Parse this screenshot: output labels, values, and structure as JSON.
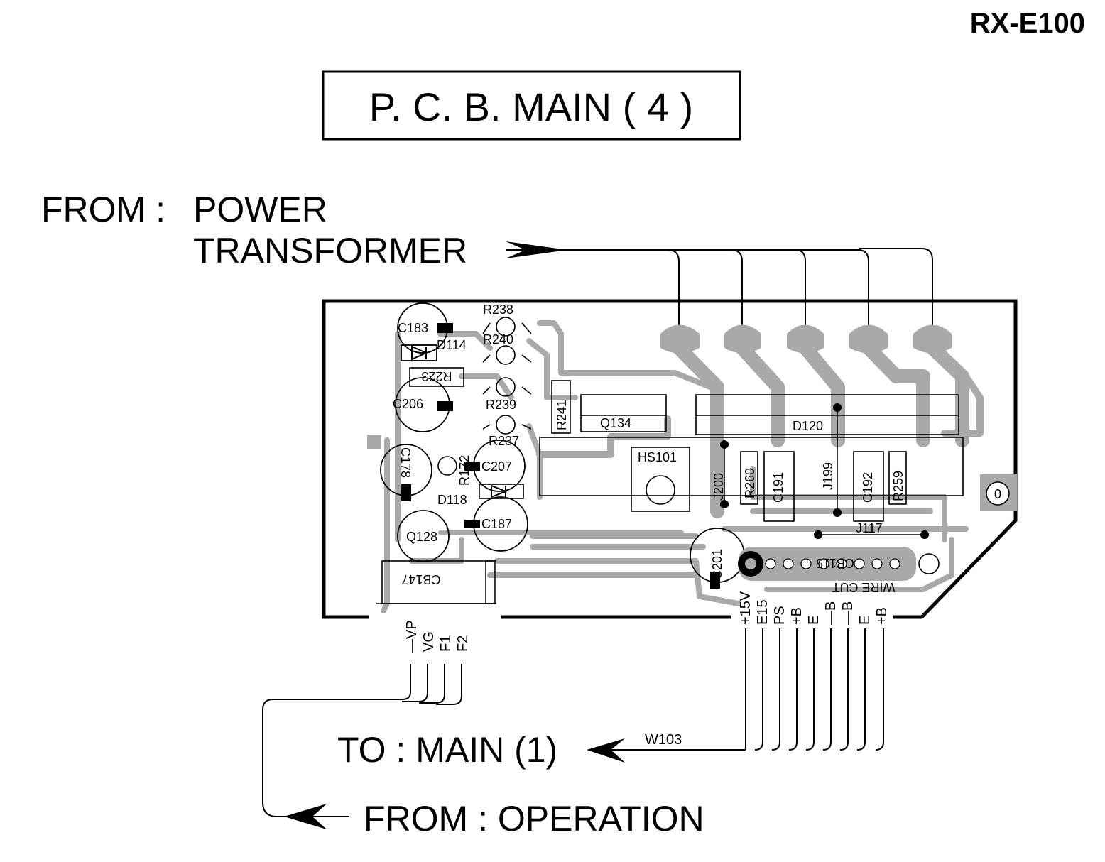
{
  "model": "RX-E100",
  "title": "P. C. B. MAIN ( 4 )",
  "labels": {
    "from_power_1": "FROM :",
    "from_power_2": "POWER",
    "from_power_3": "TRANSFORMER",
    "to_main": "TO : MAIN (1)",
    "from_operation": "FROM : OPERATION",
    "wire_ref": "W103"
  },
  "components": {
    "c183": "C183",
    "d114": "D114",
    "r223": "R223",
    "c206": "C206",
    "r238": "R238",
    "r240": "R240",
    "r239": "R239",
    "r237": "R237",
    "r241": "R241",
    "q134": "Q134",
    "c178": "C178",
    "r172": "R172",
    "c207": "C207",
    "d118": "D118",
    "q128": "Q128",
    "c187": "C187",
    "cb147": "CB147",
    "hs101": "HS101",
    "d120": "D120",
    "j200": "J200",
    "r260": "R260",
    "c191": "C191",
    "j199": "J199",
    "c192": "C192",
    "r259": "R259",
    "j117": "J117",
    "c201": "C201",
    "cb115": "CB115",
    "wire_cut": "WIRE CUT"
  },
  "left_connector_pins": [
    "—VP",
    "VG",
    "F1",
    "F2"
  ],
  "right_connector_pins": [
    "+15V",
    "E15",
    "PS",
    "+B",
    "E",
    "—B",
    "—B",
    "E",
    "+B"
  ],
  "marks": {
    "zero": "0"
  }
}
